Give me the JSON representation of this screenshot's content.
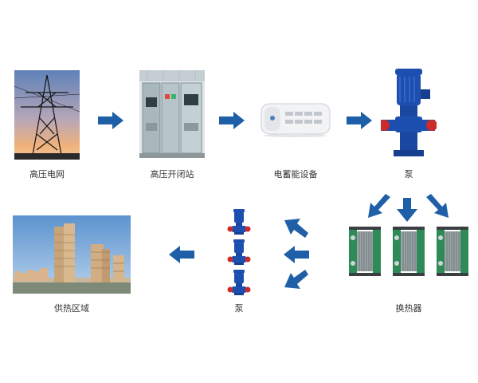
{
  "nodes": {
    "grid": {
      "label": "高压电网",
      "icon": "power-tower"
    },
    "switch": {
      "label": "高压开闭站",
      "icon": "switchgear-cabinet"
    },
    "storage": {
      "label": "电蓄能设备",
      "icon": "storage-unit"
    },
    "pump_main": {
      "label": "泵",
      "icon": "pump"
    },
    "exchanger": {
      "label": "换热器",
      "icon": "plate-heat-exchanger"
    },
    "pump_group": {
      "label": "泵",
      "icon": "pump"
    },
    "heating": {
      "label": "供热区域",
      "icon": "residential-buildings"
    }
  },
  "colors": {
    "arrow": "#1f5fa8",
    "label_text": "#333333",
    "pump_blue": "#1c4fb0",
    "exchanger_green": "#2e8b57",
    "sky": "#6fa3d8",
    "sunset": "#f0b27a"
  }
}
